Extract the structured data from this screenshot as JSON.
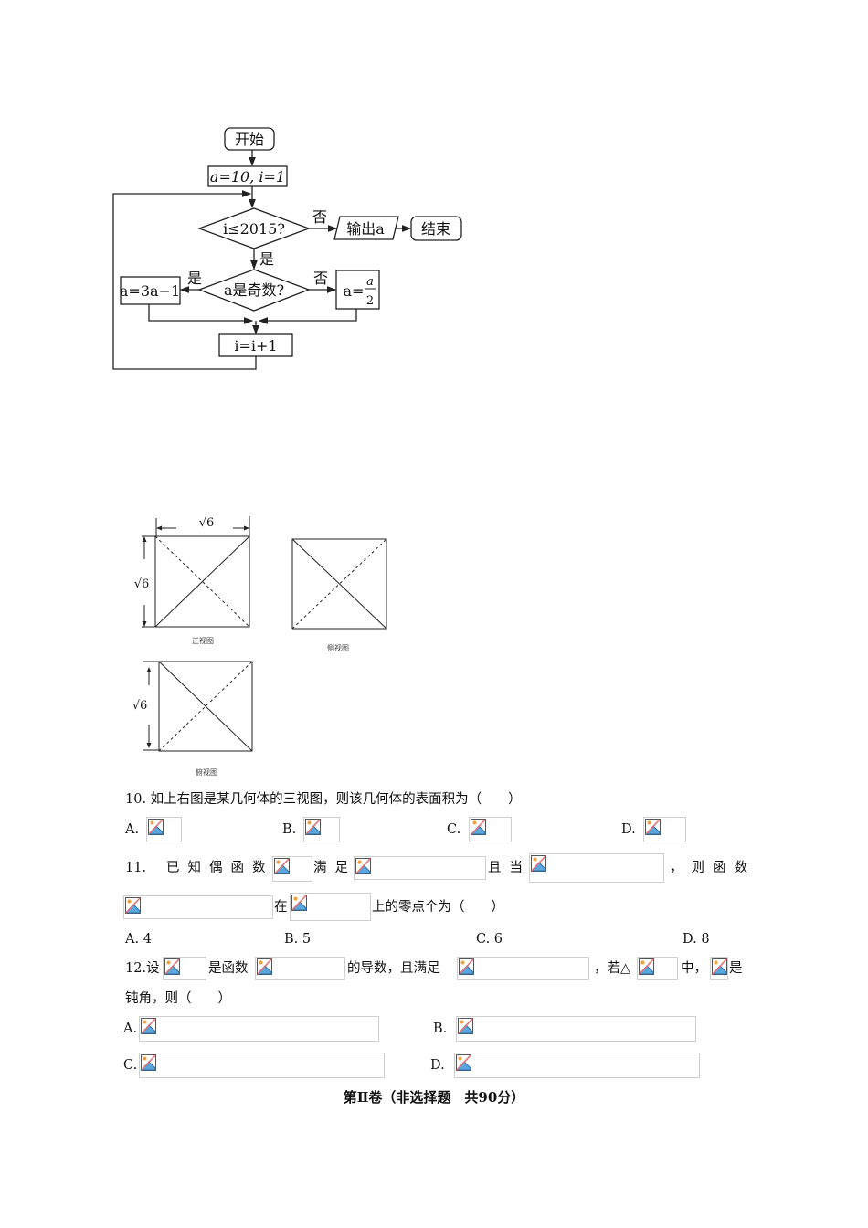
{
  "flowchart": {
    "start": "开始",
    "init": "a=10, i=1",
    "condition1": "i≤2015?",
    "no1": "否",
    "output": "输出a",
    "end": "结束",
    "yes1": "是",
    "condition2": "a是奇数?",
    "yes2": "是",
    "no2": "否",
    "odd_branch": "a=3a−1",
    "even_branch_lhs": "a=",
    "even_branch_num": "a",
    "even_branch_den": "2",
    "increment": "i=i+1"
  },
  "three_views": {
    "dimension": "√6",
    "front_label": "正视图",
    "side_label": "侧视图",
    "top_label": "俯视图"
  },
  "q10": {
    "text": "10.  如上右图是某几何体的三视图，则该几何体的表面积为（　　）",
    "options": [
      "A.",
      "B.",
      "C.",
      "D."
    ]
  },
  "q11": {
    "num": "11.",
    "t1": "已知偶函数",
    "t2": "满足",
    "t3": "且当",
    "t4": "，则函数",
    "t5": "在",
    "t6": "上的零点个为（　　）",
    "options": [
      "A. 4",
      "B. 5",
      "C. 6",
      "D. 8"
    ]
  },
  "q12": {
    "t1": "12.设",
    "t2": "是函数",
    "t3": "的导数，且满足",
    "t4": "，若△",
    "t5": "中，",
    "t6": "是",
    "t7": "钝角，则（　　）",
    "options": [
      "A.",
      "B.",
      "C.",
      "D."
    ]
  },
  "section_title": "第Ⅱ卷（非选择题　共90分）",
  "icons": {
    "placeholder": "broken-image-icon"
  }
}
